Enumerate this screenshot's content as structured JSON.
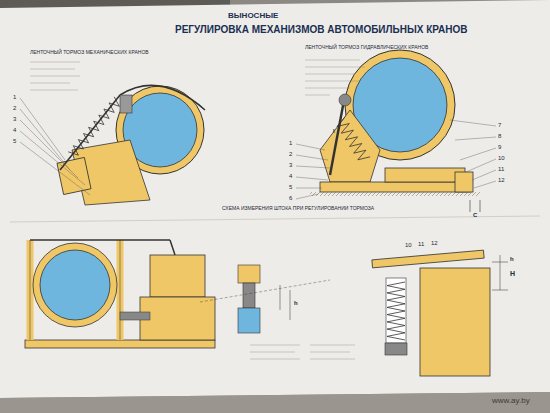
{
  "diagram": {
    "title": "РЕГУЛИРОВКА МЕХАНИЗМОВ АВТОМОБИЛЬНЫХ КРАНОВ",
    "labels": [
      "ВЫНОСНЫЕ",
      "ЛЕНТОЧНЫЙ ТОРМОЗ МЕХАНИЧЕСКИХ КРАНОВ",
      "ЛЕНТОЧНЫЙ ТОРМОЗ ГИДРАВЛИЧЕСКИХ КРАНОВ",
      "СХЕМА ИЗМЕРЕНИЯ ШТОКА ПРИ РЕГУЛИРОВАНИИ ТОРМОЗА",
      "1",
      "2",
      "3",
      "4",
      "5",
      "6",
      "7",
      "8",
      "9",
      "10",
      "11",
      "12",
      "1",
      "2",
      "3",
      "4",
      "5",
      "10",
      "11",
      "12",
      "H",
      "h",
      "h",
      "С",
      "l",
      "www.ay.by"
    ]
  }
}
